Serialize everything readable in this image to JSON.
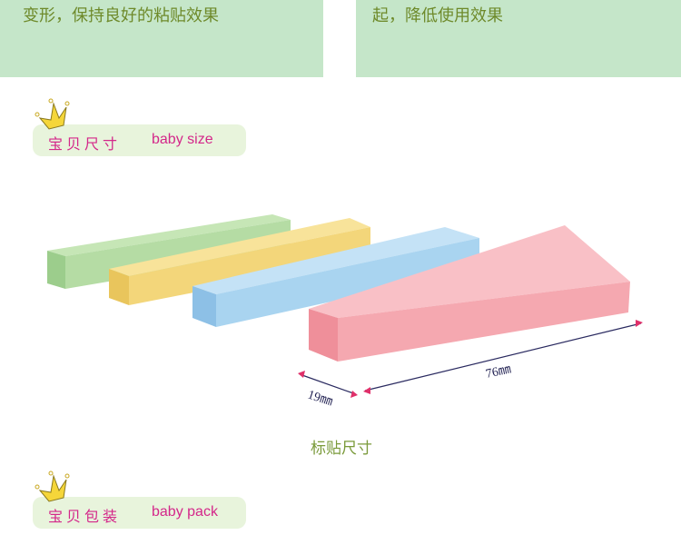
{
  "panels": {
    "left_text": "变形，保持良好的粘贴效果",
    "right_text": "起，降低使用效果"
  },
  "sections": [
    {
      "cn": "宝贝尺寸",
      "en": "baby size"
    },
    {
      "cn": "宝贝包装",
      "en": "baby pack"
    }
  ],
  "dimensions": {
    "width": "19㎜",
    "length": "76㎜"
  },
  "caption": "标贴尺寸",
  "colors": {
    "panel": "#c5e6c9",
    "accent": "#d4278a",
    "green_note": "#b5dca4",
    "yellow_note": "#f3d67a",
    "blue_note": "#a9d4f0",
    "pink_note": "#f5a8b0"
  }
}
